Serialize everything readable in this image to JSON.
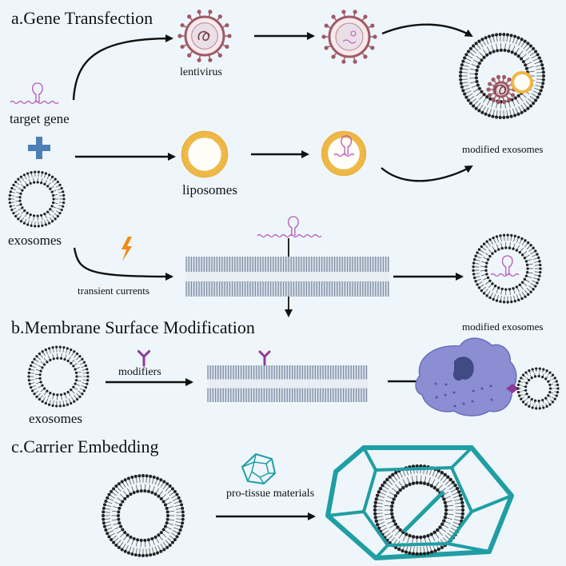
{
  "sections": {
    "a": "a.Gene Transfection",
    "b": "b.Membrane Surface Modification",
    "c": "c.Carrier Embedding"
  },
  "labels": {
    "target_gene": "target gene",
    "exosomes_a": "exosomes",
    "lentivirus": "lentivirus",
    "liposomes": "liposomes",
    "transient_currents": "transient currents",
    "modified_exosomes_top": "modified exosomes",
    "modified_exosomes_mid": "modified exosomes",
    "exosomes_b": "exosomes",
    "modifiers": "modifiers",
    "pro_tissue": "pro-tissue materials"
  },
  "colors": {
    "background": "#eef6fb",
    "lentivirus": "#a05a66",
    "liposome": "#e8a623",
    "target_gene": "#b657b8",
    "modifier": "#8e3a9a",
    "cell": "#8b8ed2",
    "carrier": "#1f9ea3",
    "plus": "#4e7eb6",
    "lightning": "#ef8a1a"
  }
}
